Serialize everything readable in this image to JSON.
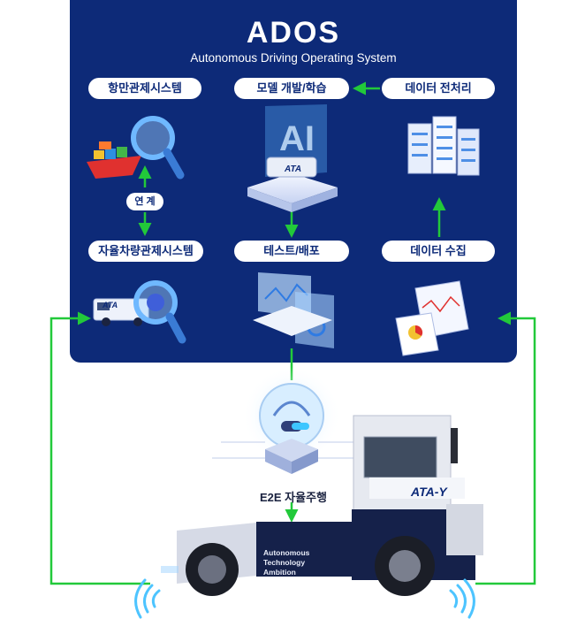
{
  "header": {
    "title": "ADOS",
    "subtitle": "Autonomous Driving Operating System"
  },
  "nodes": {
    "port_control": "항만관제시스템",
    "model_dev": "모델 개발/학습",
    "data_preprocess": "데이터 전처리",
    "av_control": "자율차량관제시스템",
    "test_deploy": "테스트/배포",
    "data_collect": "데이터 수집",
    "e2e": "E2E 자율주행"
  },
  "connector_label": "연 계",
  "truck": {
    "side_text": [
      "Autonomous",
      "Technology",
      "Ambition"
    ],
    "brand": "ATA-Y",
    "logo": "ATA"
  },
  "colors": {
    "panel": "#0d2a78",
    "arrow": "#22c93a",
    "accent": "#33b6ff"
  }
}
